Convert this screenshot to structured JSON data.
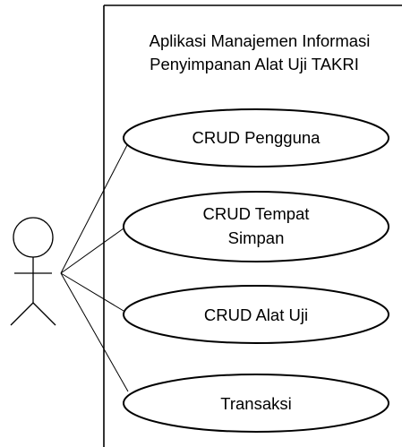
{
  "system": {
    "title_line1": "Aplikasi Manajemen Informasi",
    "title_line2": "Penyimpanan Alat Uji TAKRI"
  },
  "use_cases": [
    {
      "lines": [
        "CRUD Pengguna"
      ]
    },
    {
      "lines": [
        "CRUD Tempat",
        "Simpan"
      ]
    },
    {
      "lines": [
        "CRUD Alat Uji"
      ]
    },
    {
      "lines": [
        "Transaksi"
      ]
    }
  ],
  "colors": {
    "stroke": "#000000",
    "fill": "#ffffff"
  }
}
